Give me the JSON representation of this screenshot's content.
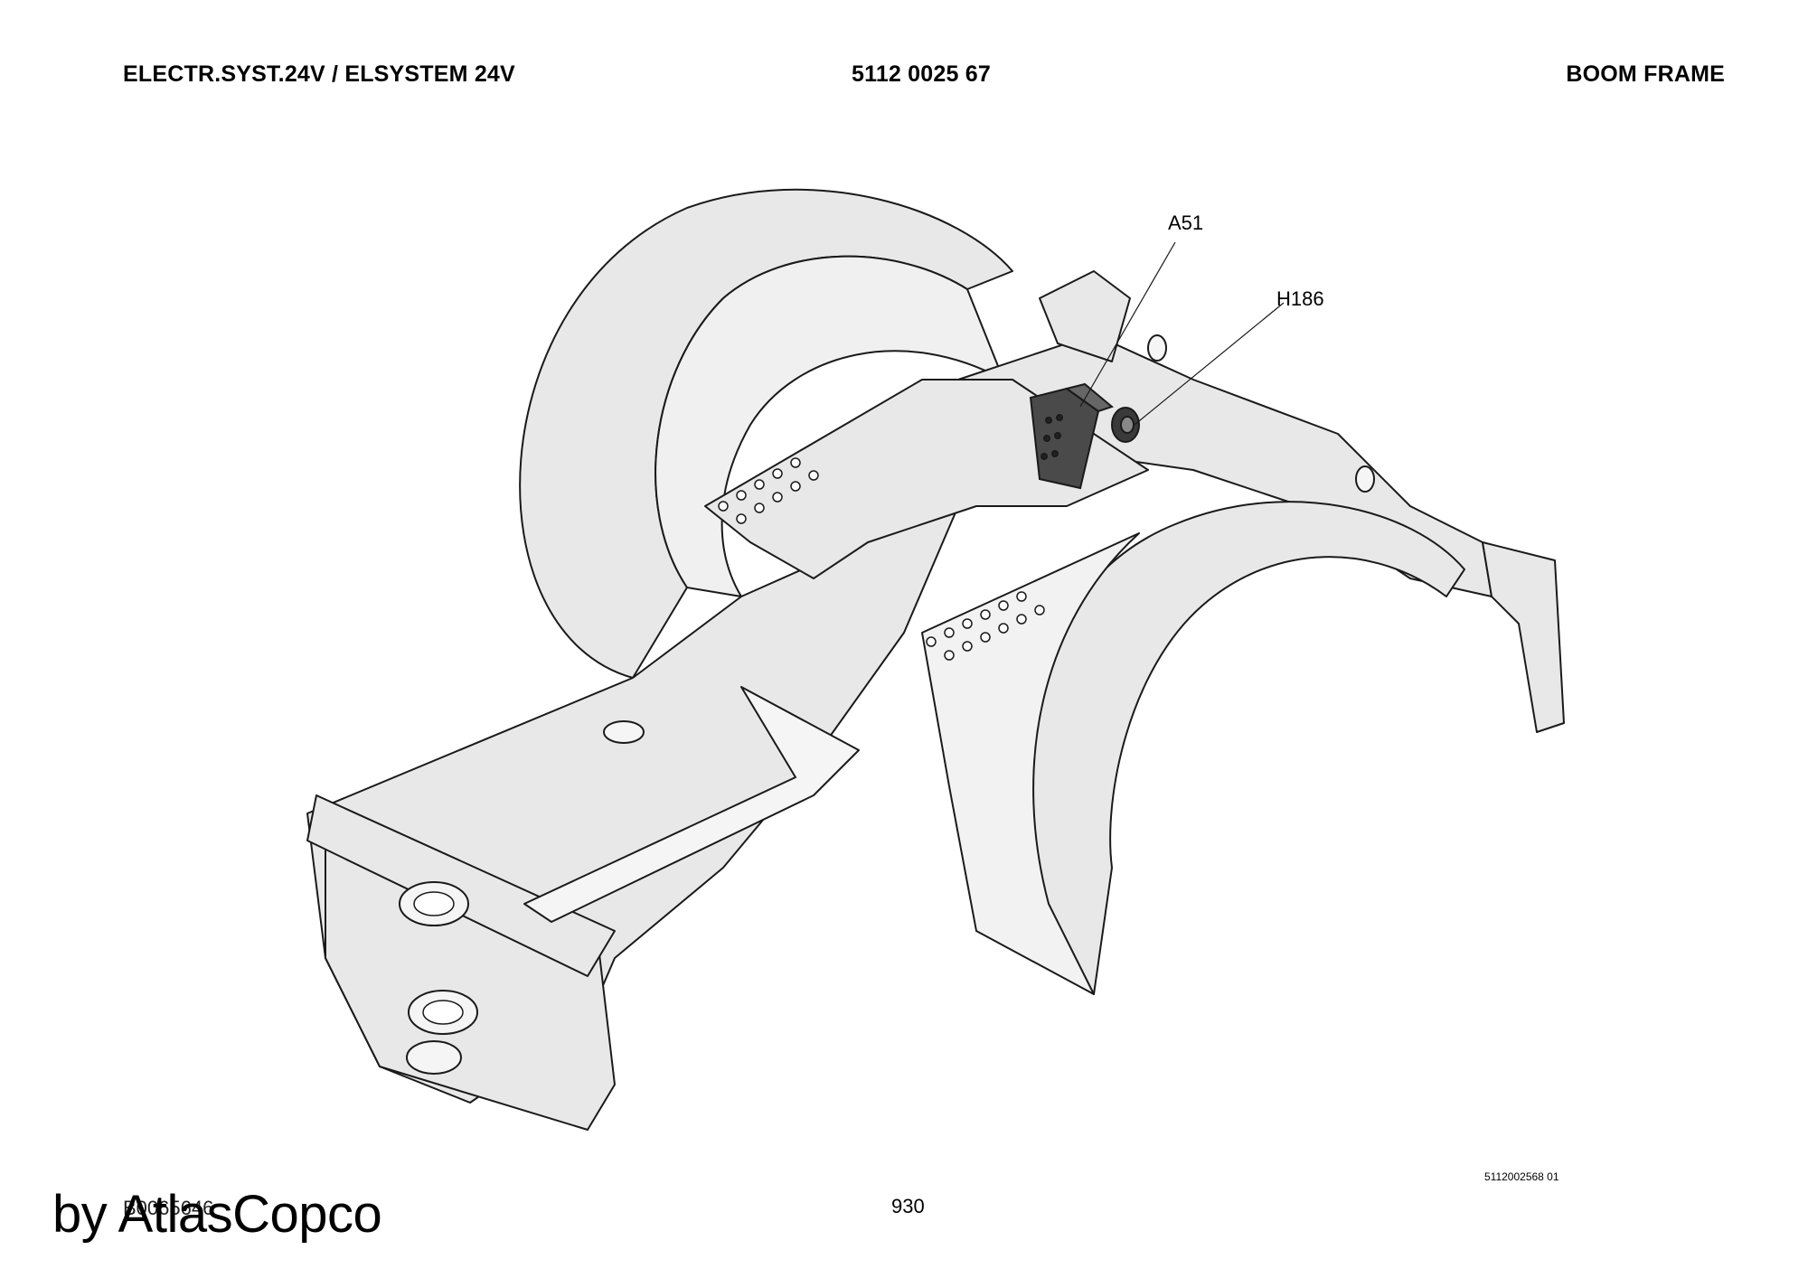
{
  "header": {
    "left": "ELECTR.SYST.24V / ELSYSTEM 24V",
    "center": "5112 0025 67",
    "right": "BOOM FRAME"
  },
  "callouts": {
    "a51": "A51",
    "h186": "H186"
  },
  "footer": {
    "doc_number": "5112002568 01",
    "page_number": "930",
    "drawing_code": "B0065646",
    "brand": "by AtlasCopco"
  },
  "colors": {
    "part_fill": "#e8e8e8",
    "part_stroke": "#1a1a1a",
    "component_dark": "#4a4a4a"
  }
}
